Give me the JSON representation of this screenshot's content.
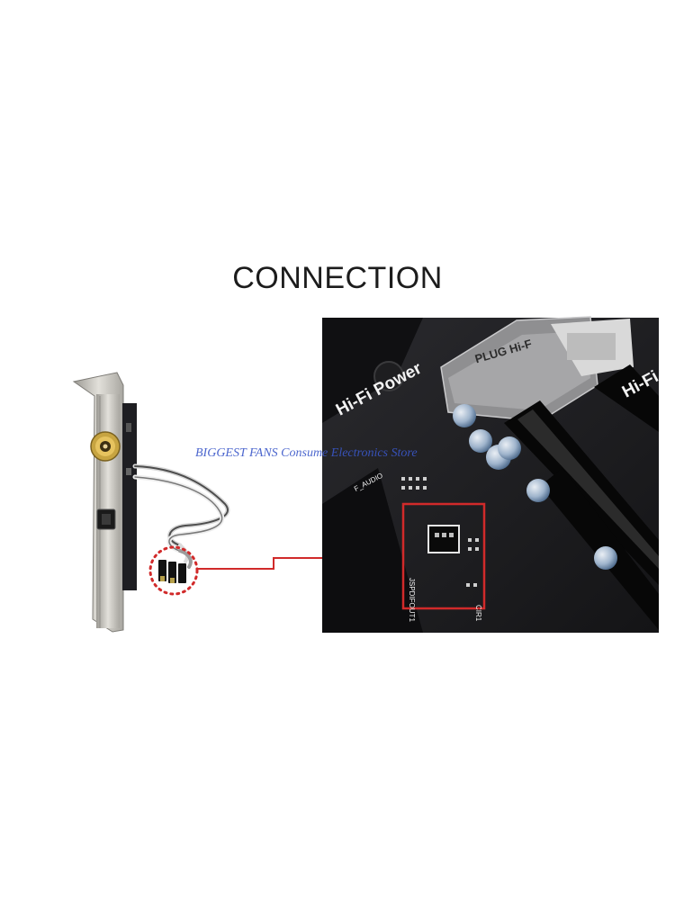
{
  "heading": "CONNECTION",
  "watermark": "BIGGEST FANS Consume Electronics Store",
  "board_labels": {
    "brand_left": "Hi-Fi Power",
    "brand_right": "Hi-Fi",
    "chip": "PLUG Hi-F",
    "header": "JSPDIFOUT1",
    "audio": "F_AUDIO",
    "cir": "CIR1"
  },
  "colors": {
    "highlight": "#d12a2a",
    "pcb": "#1b1b1e",
    "bracket": "#c8c6c0"
  }
}
